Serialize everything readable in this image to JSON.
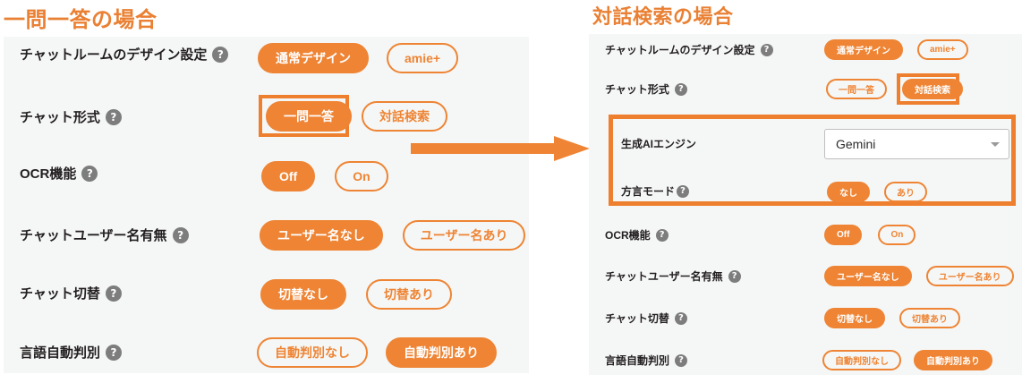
{
  "left": {
    "title": "一問一答の場合",
    "rows": [
      {
        "label": "チャットルームのデザイン設定",
        "help": "?",
        "options": [
          {
            "text": "通常デザイン",
            "state": "on"
          },
          {
            "text": "amie+",
            "state": "off"
          }
        ]
      },
      {
        "label": "チャット形式",
        "help": "?",
        "options": [
          {
            "text": "一問一答",
            "state": "on"
          },
          {
            "text": "対話検索",
            "state": "off"
          }
        ],
        "highlight": "一問一答"
      },
      {
        "label": "OCR機能",
        "help": "?",
        "options": [
          {
            "text": "Off",
            "state": "on"
          },
          {
            "text": "On",
            "state": "off"
          }
        ]
      },
      {
        "label": "チャットユーザー名有無",
        "help": "?",
        "options": [
          {
            "text": "ユーザー名なし",
            "state": "on"
          },
          {
            "text": "ユーザー名あり",
            "state": "off"
          }
        ]
      },
      {
        "label": "チャット切替",
        "help": "?",
        "options": [
          {
            "text": "切替なし",
            "state": "on"
          },
          {
            "text": "切替あり",
            "state": "off"
          }
        ]
      },
      {
        "label": "言語自動判別",
        "help": "?",
        "options": [
          {
            "text": "自動判別なし",
            "state": "off"
          },
          {
            "text": "自動判別あり",
            "state": "on"
          }
        ]
      }
    ]
  },
  "right": {
    "title": "対話検索の場合",
    "rows": [
      {
        "label": "チャットルームのデザイン設定",
        "help": "?",
        "options": [
          {
            "text": "通常デザイン",
            "state": "on"
          },
          {
            "text": "amie+",
            "state": "off"
          }
        ]
      },
      {
        "label": "チャット形式",
        "help": "?",
        "options": [
          {
            "text": "一問一答",
            "state": "off"
          },
          {
            "text": "対話検索",
            "state": "on"
          }
        ],
        "highlight": "対話検索"
      },
      {
        "label": "生成AIエンジン",
        "control": "select",
        "value": "Gemini"
      },
      {
        "label": "方言モード",
        "help": "?",
        "options": [
          {
            "text": "なし",
            "state": "on"
          },
          {
            "text": "あり",
            "state": "off"
          }
        ]
      },
      {
        "label": "OCR機能",
        "help": "?",
        "options": [
          {
            "text": "Off",
            "state": "on"
          },
          {
            "text": "On",
            "state": "off"
          }
        ]
      },
      {
        "label": "チャットユーザー名有無",
        "help": "?",
        "options": [
          {
            "text": "ユーザー名なし",
            "state": "on"
          },
          {
            "text": "ユーザー名あり",
            "state": "off"
          }
        ]
      },
      {
        "label": "チャット切替",
        "help": "?",
        "options": [
          {
            "text": "切替なし",
            "state": "on"
          },
          {
            "text": "切替あり",
            "state": "off"
          }
        ]
      },
      {
        "label": "言語自動判別",
        "help": "?",
        "options": [
          {
            "text": "自動判別なし",
            "state": "off"
          },
          {
            "text": "自動判別あり",
            "state": "on"
          }
        ]
      }
    ]
  },
  "arrow": {
    "name": "flow-arrow",
    "direction": "right"
  },
  "colors": {
    "accent": "#ee8434",
    "highlight_border": "#ee7f2e",
    "panel_bg": "#f5f7f6",
    "label_text": "#231f20",
    "help_icon_bg": "#7d7d7d"
  }
}
